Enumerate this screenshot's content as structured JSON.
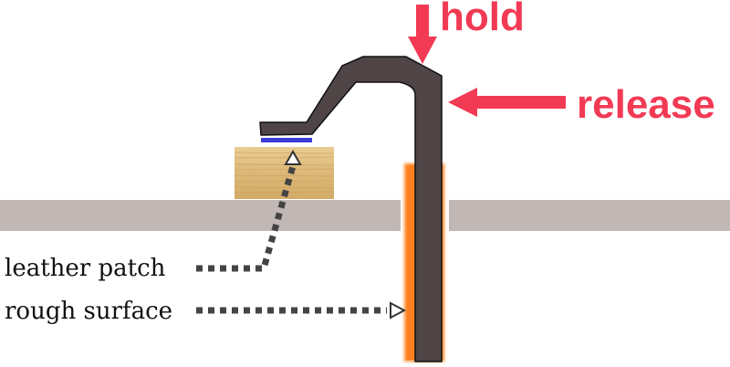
{
  "labels": {
    "hold": "hold",
    "release": "release",
    "leather_patch": "leather patch",
    "rough_surface": "rough surface"
  },
  "colors": {
    "background": "#ffffff",
    "table": "#c1b8b5",
    "clamp": "#4f4446",
    "clamp_outline": "#111111",
    "leather": "#3b3bd6",
    "wood": "#e2bf7f",
    "rough_surface": "#ff7f1e",
    "action_arrow": "#f23a55",
    "label_text": "#111111",
    "leader_line": "#444444"
  }
}
